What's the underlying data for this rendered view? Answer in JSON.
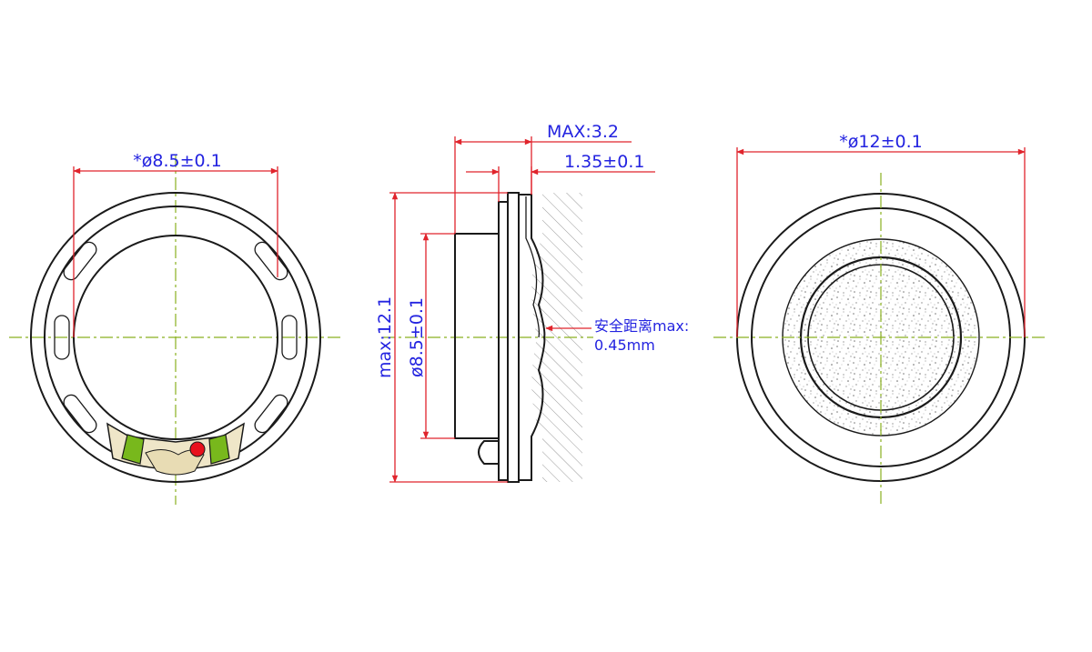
{
  "colors": {
    "outline": "#1a1a1a",
    "dimension_line": "#e0242c",
    "dimension_text": "#2323e0",
    "center_line": "#8ab020",
    "terminal_green": "#78b81c",
    "terminal_red": "#e8101c",
    "terminal_body": "#efe6c8"
  },
  "back_view": {
    "diameter_label": "*ø8.5±0.1"
  },
  "side_view": {
    "max_depth_label": "MAX:3.2",
    "frame_depth_label": "1.35±0.1",
    "max_height_label": "max:12.1",
    "body_diameter_label": "ø8.5±0.1",
    "clearance_label_line1": "安全距离max:",
    "clearance_label_line2": "0.45mm"
  },
  "front_view": {
    "diameter_label": "*ø12±0.1"
  }
}
